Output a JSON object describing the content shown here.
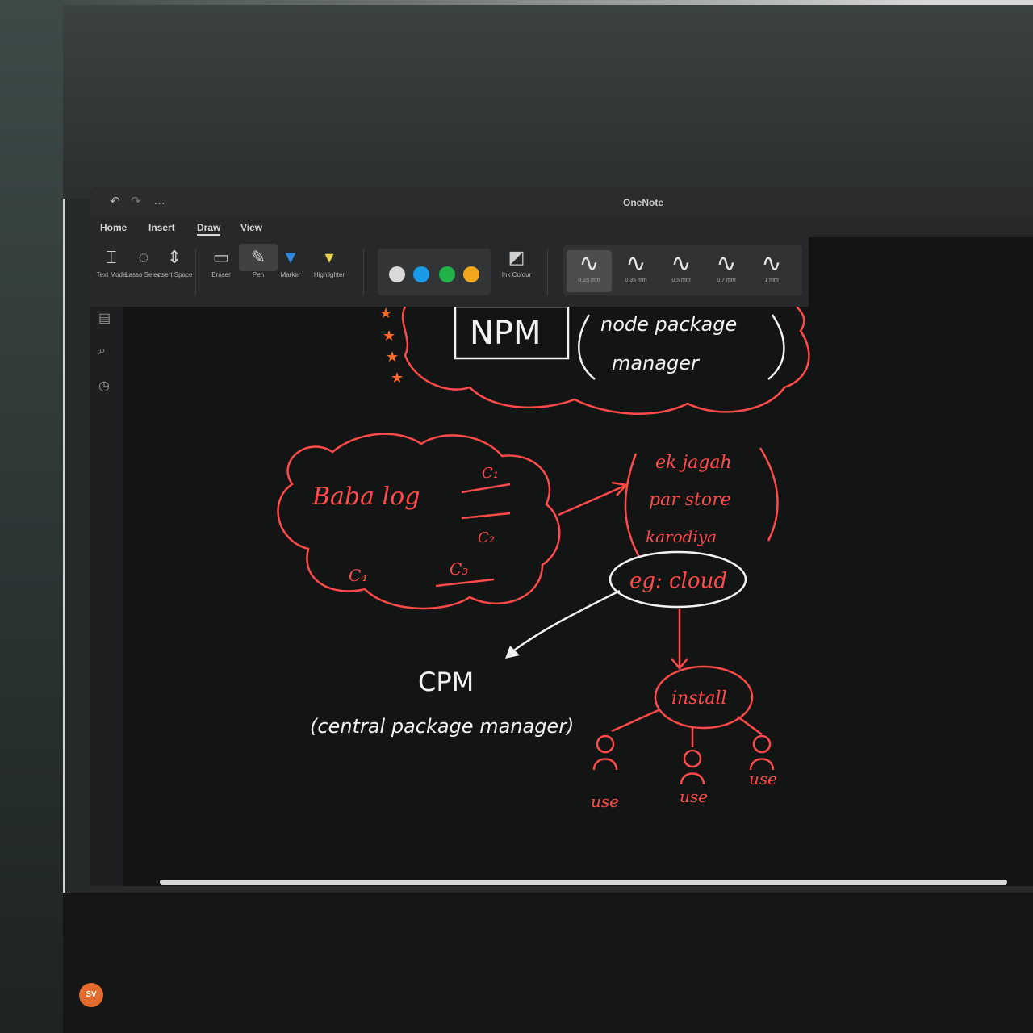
{
  "app": {
    "title": "OneNote"
  },
  "quick_access": {
    "undo": "↶",
    "redo": "↷",
    "more": "…"
  },
  "tabs": [
    "Home",
    "Insert",
    "Draw",
    "View"
  ],
  "active_tab": "Draw",
  "ribbon": {
    "tools": [
      {
        "label": "Text Mode",
        "icon": "text-mode-icon"
      },
      {
        "label": "Lasso Select",
        "icon": "lasso-icon"
      },
      {
        "label": "Insert Space",
        "icon": "insert-space-icon"
      },
      {
        "label": "Eraser",
        "icon": "eraser-icon"
      },
      {
        "label": "Pen",
        "icon": "pen-icon"
      },
      {
        "label": "Marker",
        "icon": "marker-icon"
      },
      {
        "label": "Highlighter",
        "icon": "highlighter-icon"
      }
    ],
    "colors": [
      "#d9d9d9",
      "#1a9be8",
      "#1fb34a",
      "#f2a81d"
    ],
    "ink_colour_label": "Ink Colour",
    "thickness": [
      {
        "label": "0.25 mm",
        "active": true
      },
      {
        "label": "0.35 mm",
        "active": false
      },
      {
        "label": "0.5 mm",
        "active": false
      },
      {
        "label": "0.7 mm",
        "active": false
      },
      {
        "label": "1 mm",
        "active": false
      }
    ]
  },
  "user": {
    "initials": "SV"
  },
  "ink": {
    "npm": "NPM",
    "npm_full_1": "node package",
    "npm_full_2": "manager",
    "cloud_label": "Baba log",
    "c1": "C₁",
    "c2": "C₂",
    "c3": "C₃",
    "c4": "C₄",
    "store_1": "ek jagah",
    "store_2": "par store",
    "store_3": "karodiya",
    "eg_cloud": "eg: cloud",
    "install": "install",
    "cpm": "CPM",
    "cpm_full": "(central package manager)",
    "user_1": "use",
    "user_2": "use",
    "user_3": "use"
  }
}
